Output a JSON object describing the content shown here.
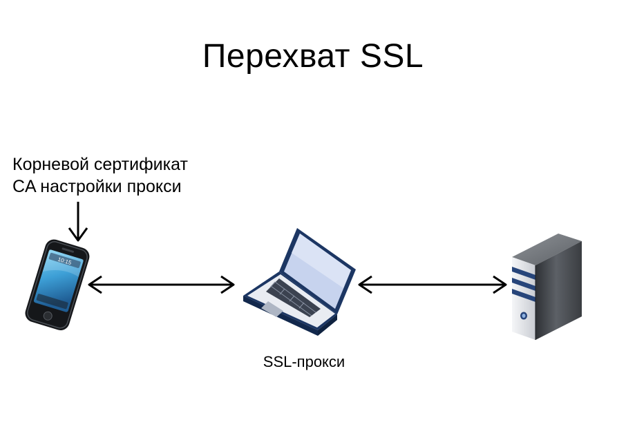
{
  "title": "Перехват SSL",
  "note": {
    "line1": "Корневой сертификат",
    "line2": "CA настройки прокси"
  },
  "phone": {
    "clock": "10:15"
  },
  "proxy": {
    "label": "SSL-прокси"
  },
  "colors": {
    "text": "#000000",
    "screen_blue": "#3d9fd6",
    "laptop_screen": "#c7d3ee",
    "laptop_outline": "#1c3663",
    "server_stripe": "#27457a",
    "server_body": "#4a4d52"
  },
  "icons": [
    "phone-icon",
    "laptop-icon",
    "server-icon"
  ]
}
